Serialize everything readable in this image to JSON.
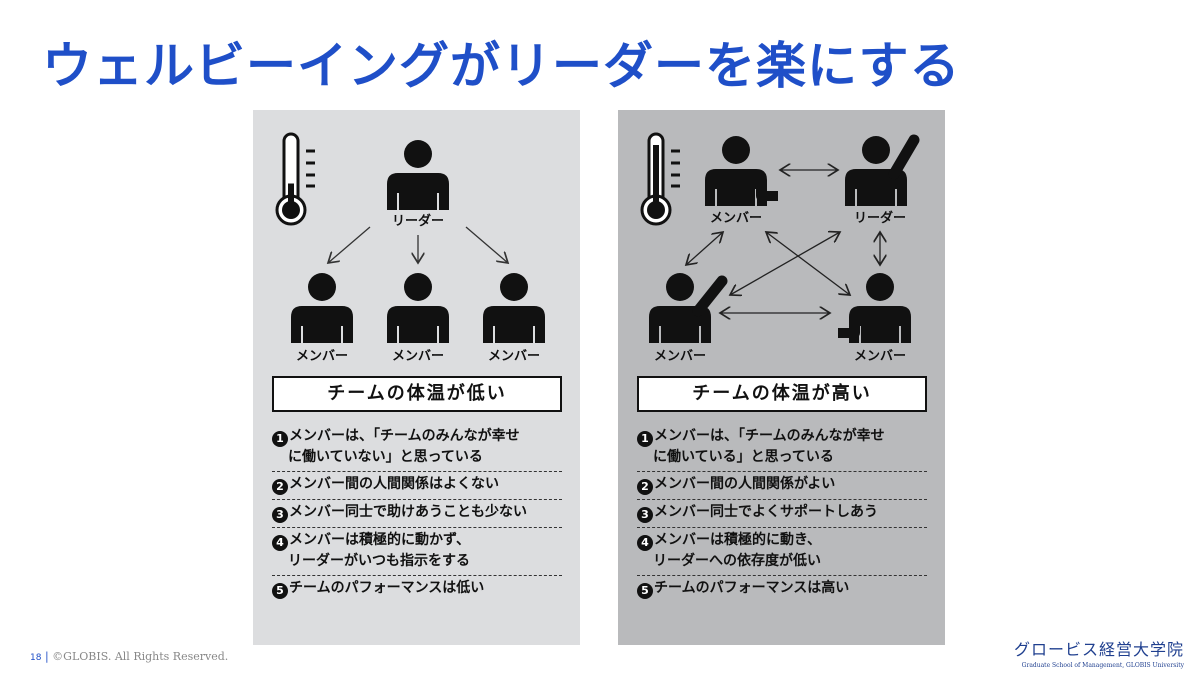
{
  "title": "ウェルビーイングがリーダーを楽にする",
  "low": {
    "thermometer_level": 0.35,
    "leader_label": "リーダー",
    "member_label": "メンバー",
    "box_title": "チームの体温が低い",
    "items": [
      {
        "num": "1",
        "line1": "メンバーは、「チームのみんなが幸せ",
        "line2": "に働いていない」と思っている"
      },
      {
        "num": "2",
        "line1": "メンバー間の人間関係はよくない"
      },
      {
        "num": "3",
        "line1": "メンバー同士で助けあうことも少ない"
      },
      {
        "num": "4",
        "line1": "メンバーは積極的に動かず、",
        "line2": "リーダーがいつも指示をする"
      },
      {
        "num": "5",
        "line1": "チームのパフォーマンスは低い"
      }
    ]
  },
  "high": {
    "thermometer_level": 0.9,
    "leader_label": "リーダー",
    "member_label": "メンバー",
    "box_title": "チームの体温が高い",
    "items": [
      {
        "num": "1",
        "line1": "メンバーは、「チームのみんなが幸せ",
        "line2": "に働いている」と思っている"
      },
      {
        "num": "2",
        "line1": "メンバー間の人間関係がよい"
      },
      {
        "num": "3",
        "line1": "メンバー同士でよくサポートしあう"
      },
      {
        "num": "4",
        "line1": "メンバーは積極的に動き、",
        "line2": "リーダーへの依存度が低い"
      },
      {
        "num": "5",
        "line1": "チームのパフォーマンスは高い"
      }
    ]
  },
  "footer": {
    "page": "18",
    "copyright": "©GLOBIS. All Rights Reserved."
  },
  "logo": {
    "jp": "グロービス経営大学院",
    "en": "Graduate School of Management, GLOBIS University"
  }
}
